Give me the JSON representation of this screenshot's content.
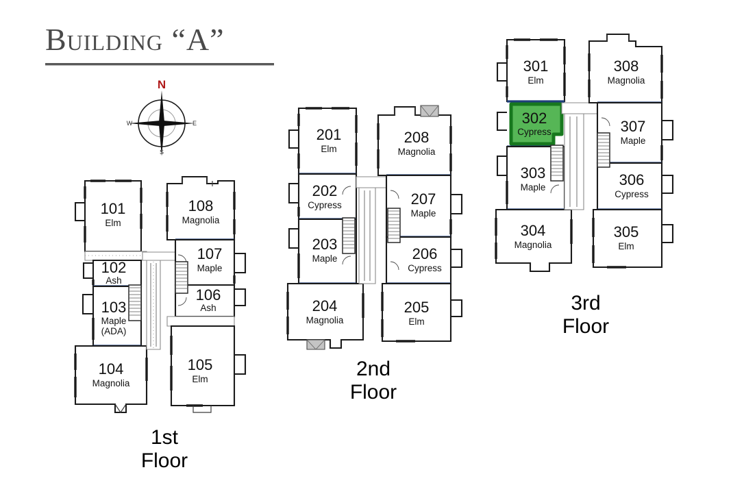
{
  "title": {
    "text": "Building “A”"
  },
  "compass": {
    "north": "N",
    "south": "S",
    "east": "E",
    "west": "W",
    "north_color": "#b01a1a"
  },
  "colors": {
    "highlight_fill": "#56b656",
    "highlight_stroke": "#17781e",
    "unit_divider": "#1f3f7a",
    "wall": "#1a1a1a",
    "balcony": "#c4c4c4"
  },
  "floors": [
    {
      "id": "floor-1",
      "caption_line1": "1st",
      "caption_line2": "Floor",
      "units": [
        {
          "number": "101",
          "name": "Elm",
          "note": "",
          "highlighted": false
        },
        {
          "number": "102",
          "name": "Ash",
          "note": "",
          "highlighted": false
        },
        {
          "number": "103",
          "name": "Maple",
          "note": "(ADA)",
          "highlighted": false
        },
        {
          "number": "104",
          "name": "Magnolia",
          "note": "",
          "highlighted": false
        },
        {
          "number": "105",
          "name": "Elm",
          "note": "",
          "highlighted": false
        },
        {
          "number": "106",
          "name": "Ash",
          "note": "",
          "highlighted": false
        },
        {
          "number": "107",
          "name": "Maple",
          "note": "",
          "highlighted": false
        },
        {
          "number": "108",
          "name": "Magnolia",
          "note": "",
          "highlighted": false
        }
      ]
    },
    {
      "id": "floor-2",
      "caption_line1": "2nd",
      "caption_line2": "Floor",
      "units": [
        {
          "number": "201",
          "name": "Elm",
          "note": "",
          "highlighted": false
        },
        {
          "number": "202",
          "name": "Cypress",
          "note": "",
          "highlighted": false
        },
        {
          "number": "203",
          "name": "Maple",
          "note": "",
          "highlighted": false
        },
        {
          "number": "204",
          "name": "Magnolia",
          "note": "",
          "highlighted": false
        },
        {
          "number": "205",
          "name": "Elm",
          "note": "",
          "highlighted": false
        },
        {
          "number": "206",
          "name": "Cypress",
          "note": "",
          "highlighted": false
        },
        {
          "number": "207",
          "name": "Maple",
          "note": "",
          "highlighted": false
        },
        {
          "number": "208",
          "name": "Magnolia",
          "note": "",
          "highlighted": false
        }
      ]
    },
    {
      "id": "floor-3",
      "caption_line1": "3rd",
      "caption_line2": "Floor",
      "units": [
        {
          "number": "301",
          "name": "Elm",
          "note": "",
          "highlighted": false
        },
        {
          "number": "302",
          "name": "Cypress",
          "note": "",
          "highlighted": true
        },
        {
          "number": "303",
          "name": "Maple",
          "note": "",
          "highlighted": false
        },
        {
          "number": "304",
          "name": "Magnolia",
          "note": "",
          "highlighted": false
        },
        {
          "number": "305",
          "name": "Elm",
          "note": "",
          "highlighted": false
        },
        {
          "number": "306",
          "name": "Cypress",
          "note": "",
          "highlighted": false
        },
        {
          "number": "307",
          "name": "Maple",
          "note": "",
          "highlighted": false
        },
        {
          "number": "308",
          "name": "Magnolia",
          "note": "",
          "highlighted": false
        }
      ]
    }
  ]
}
